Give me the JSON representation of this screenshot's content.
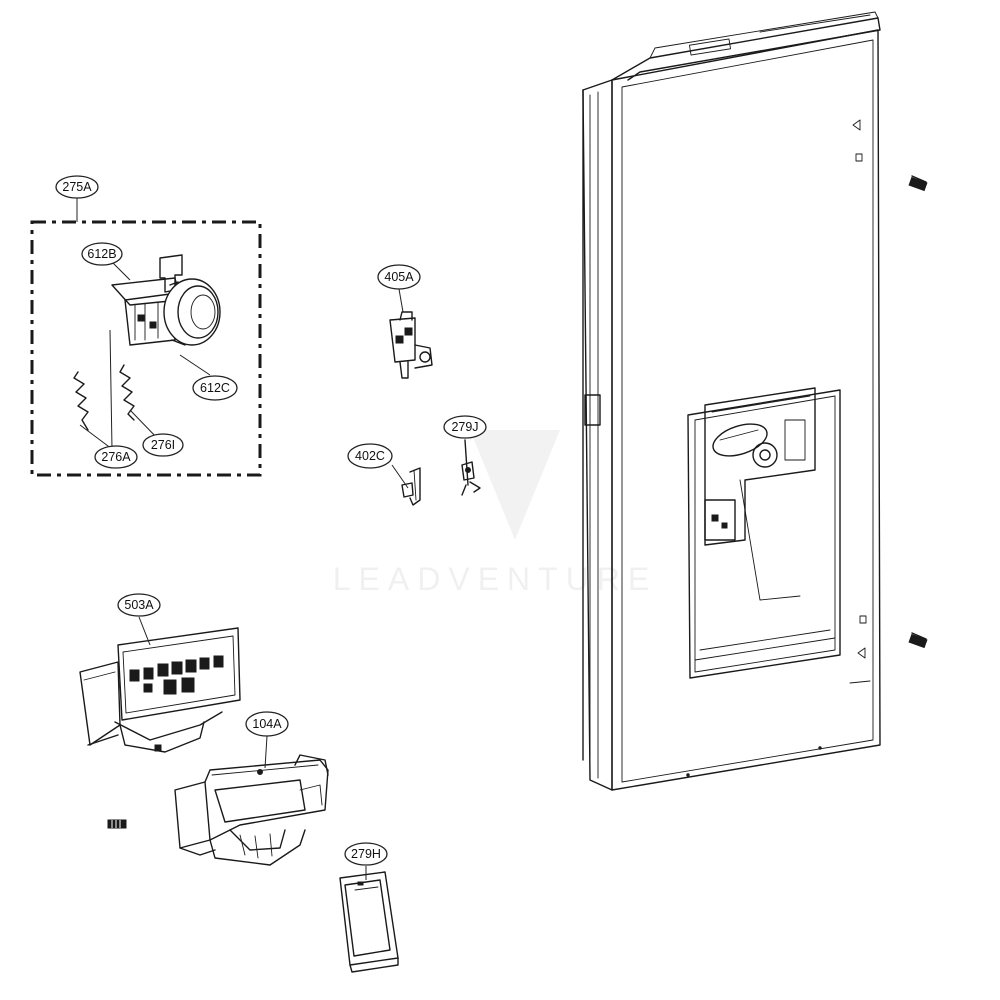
{
  "diagram": {
    "callouts": [
      {
        "id": "275A",
        "label": "275A"
      },
      {
        "id": "612B",
        "label": "612B"
      },
      {
        "id": "612C",
        "label": "612C"
      },
      {
        "id": "276A",
        "label": "276A"
      },
      {
        "id": "276I",
        "label": "276I"
      },
      {
        "id": "405A",
        "label": "405A"
      },
      {
        "id": "279J",
        "label": "279J"
      },
      {
        "id": "402C",
        "label": "402C"
      },
      {
        "id": "503A",
        "label": "503A"
      },
      {
        "id": "104A",
        "label": "104A"
      },
      {
        "id": "279H",
        "label": "279H"
      }
    ],
    "watermark": "LEADVENTURE"
  },
  "colors": {
    "line": "#1a1a1a",
    "background": "#ffffff",
    "watermark": "#000000"
  }
}
